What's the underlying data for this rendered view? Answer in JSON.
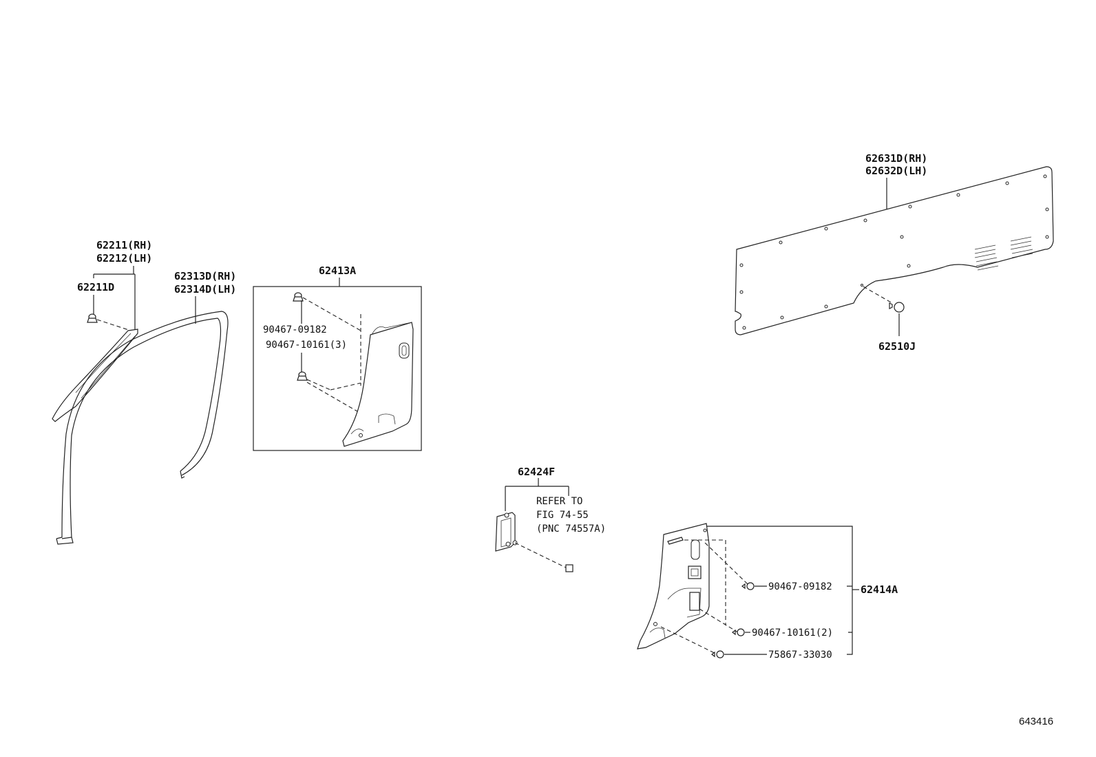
{
  "diagram": {
    "labels": {
      "p62211": "62211(RH)",
      "p62212": "62212(LH)",
      "p62211d": "62211D",
      "p62313d": "62313D(RH)",
      "p62314d": "62314D(LH)",
      "p62413a": "62413A",
      "p90467_09182_a": "90467-09182",
      "p90467_10161_a": "90467-10161(3)",
      "p62631d": "62631D(RH)",
      "p62632d": "62632D(LH)",
      "p62510j": "62510J",
      "p62424f": "62424F",
      "refer_1": "REFER TO",
      "refer_2": "FIG 74-55",
      "refer_3": "(PNC 74557A)",
      "p90467_09182_b": "90467-09182",
      "p90467_10161_b": "90467-10161(2)",
      "p75867_33030": "75867-33030",
      "p62414a": "62414A",
      "figure_code": "643416"
    }
  }
}
